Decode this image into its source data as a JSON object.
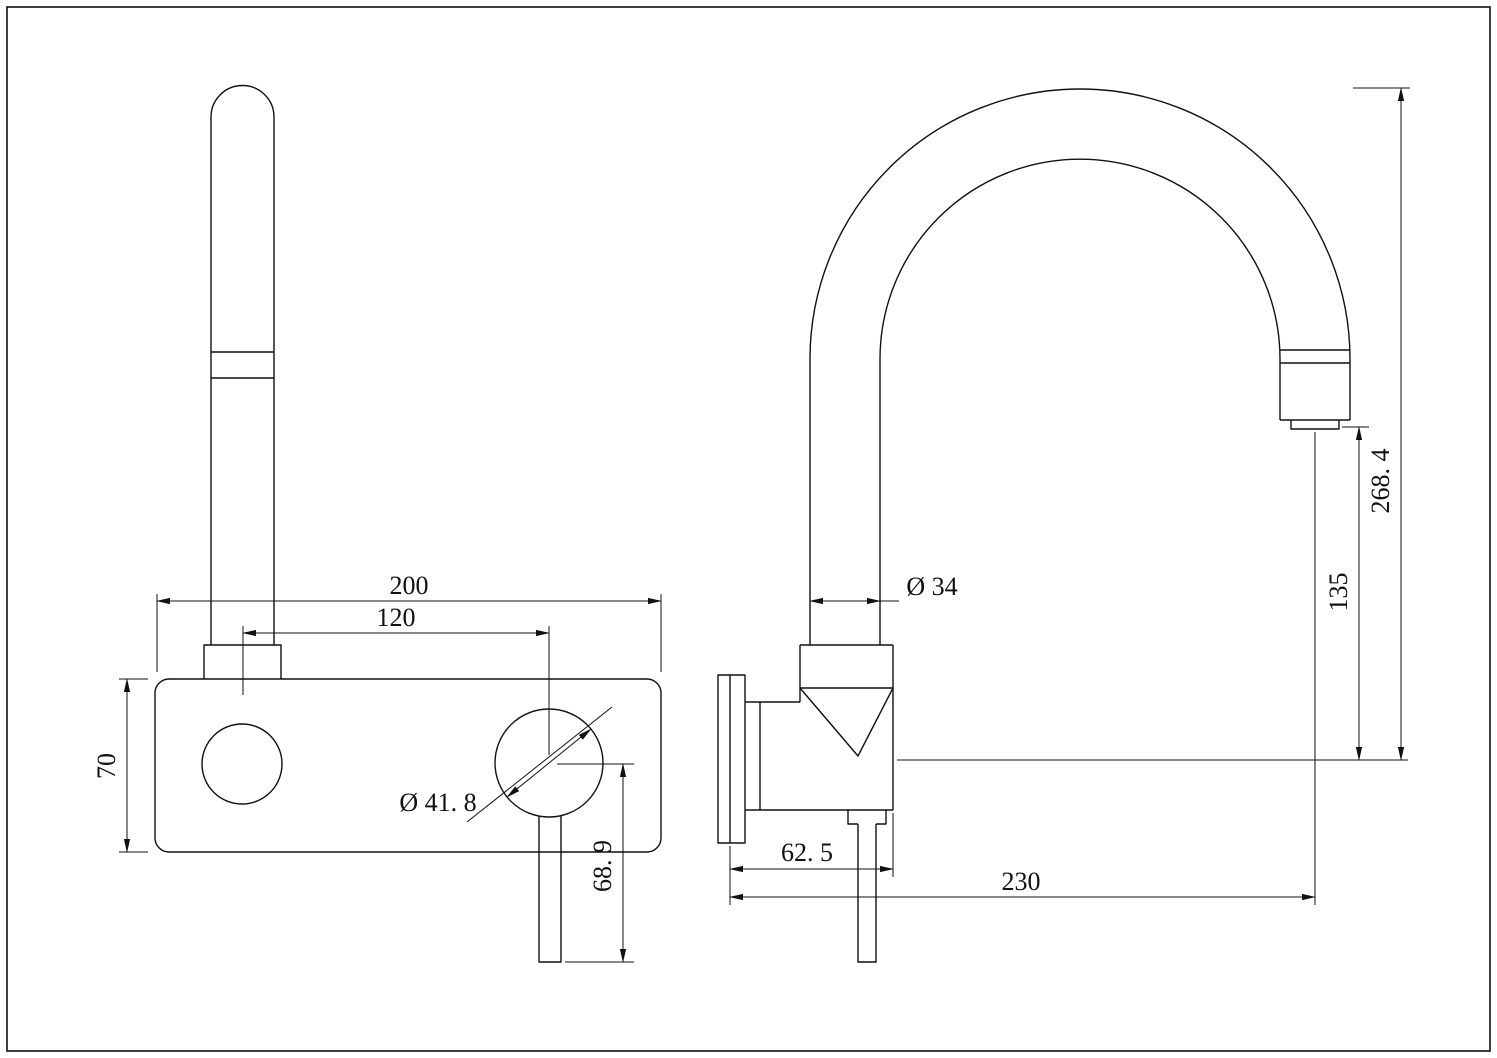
{
  "sheet": {
    "background": "#ffffff",
    "line_color": "#111111"
  },
  "front_view": {
    "dim_plate_width": "200",
    "dim_hole_spacing": "120",
    "dim_plate_height": "70",
    "dim_handle_flange_diameter": "Ø 41. 8",
    "dim_handle_length": "68. 9"
  },
  "side_view": {
    "dim_spout_diameter": "Ø 34",
    "dim_overall_height": "268. 4",
    "dim_outlet_height": "135",
    "dim_wall_offset": "62. 5",
    "dim_spout_reach": "230"
  }
}
